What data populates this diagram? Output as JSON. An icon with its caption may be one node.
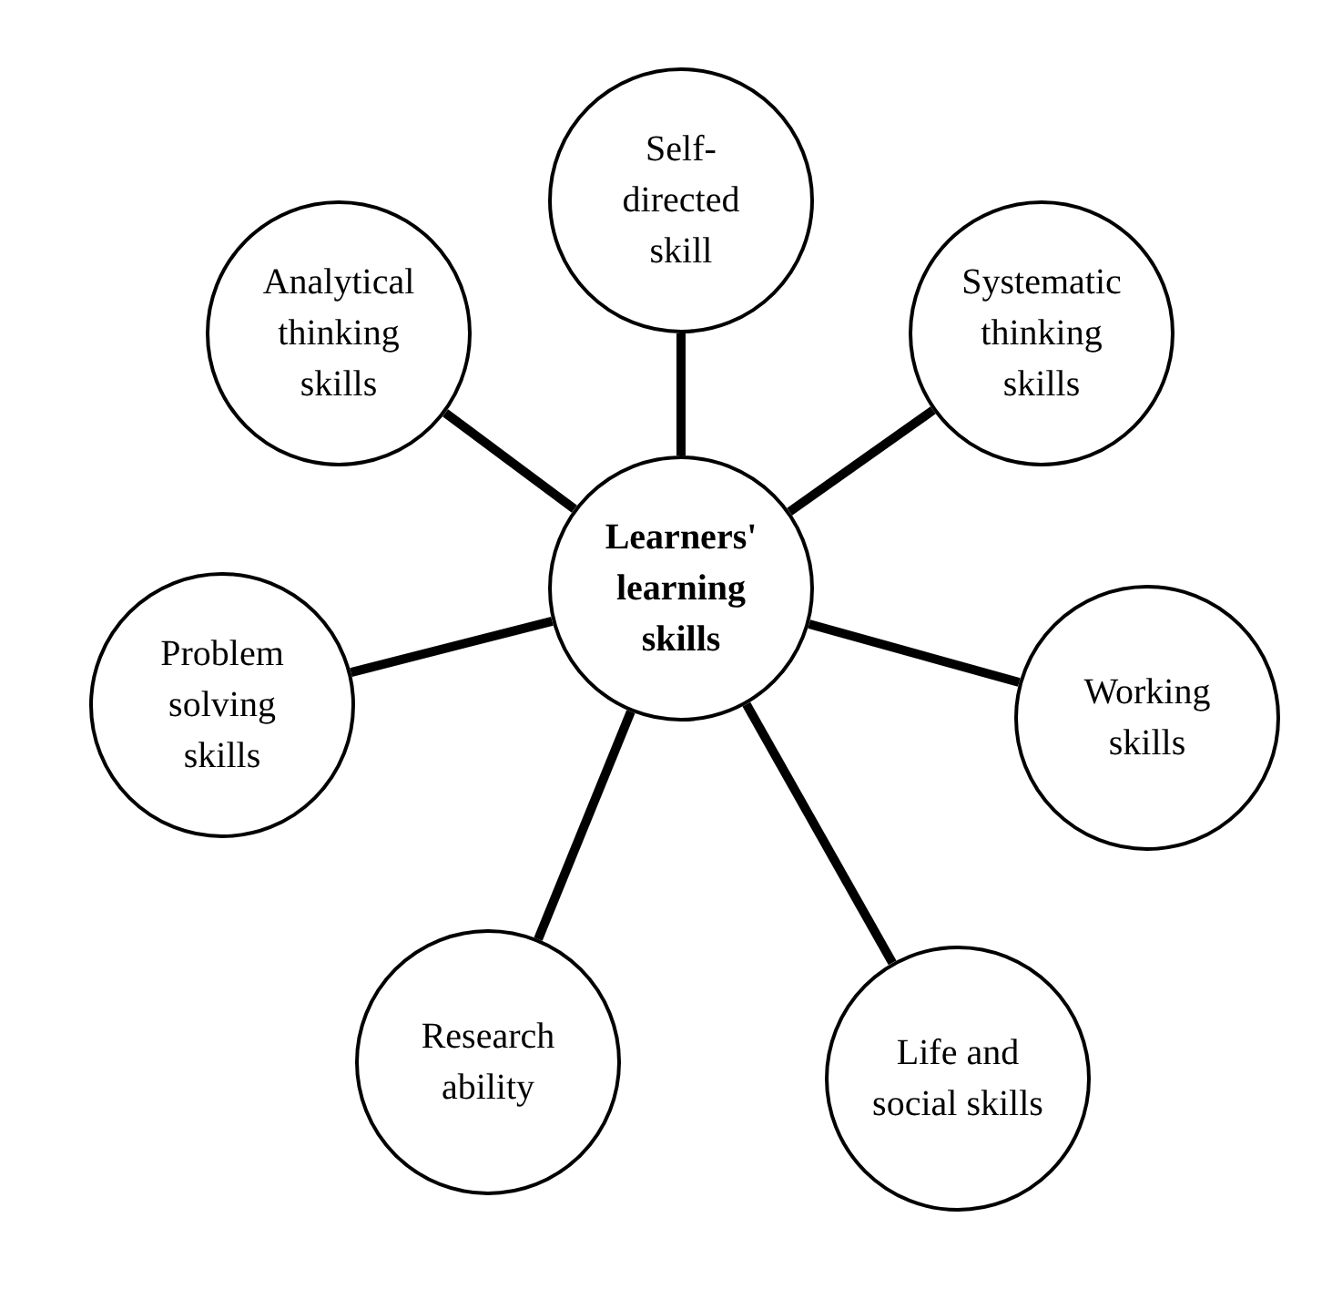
{
  "diagram": {
    "nodes": [
      {
        "text": [
          "Self-directed skill"
        ]
      },
      {
        "text": [
          "Analytical thinking skills"
        ]
      },
      {
        "text": [
          "Systematic thinking skills"
        ]
      },
      {
        "text": [
          "Learners' learning skills"
        ]
      },
      {
        "text": [
          "Problem solving skills"
        ]
      },
      {
        "text": [
          "Working skills"
        ]
      },
      {
        "text": [
          "Research ability"
        ]
      },
      {
        "text": [
          "Life and social skills"
        ]
      }
    ],
    "edges": [
      {
        "from": 3,
        "to": 0,
        "arrow": "none"
      },
      {
        "from": 3,
        "to": 1,
        "arrow": "none"
      },
      {
        "from": 3,
        "to": 2,
        "arrow": "none"
      },
      {
        "from": 3,
        "to": 4,
        "arrow": "none"
      },
      {
        "from": 3,
        "to": 5,
        "arrow": "none"
      },
      {
        "from": 3,
        "to": 6,
        "arrow": "none"
      },
      {
        "from": 3,
        "to": 7,
        "arrow": "none"
      }
    ]
  }
}
